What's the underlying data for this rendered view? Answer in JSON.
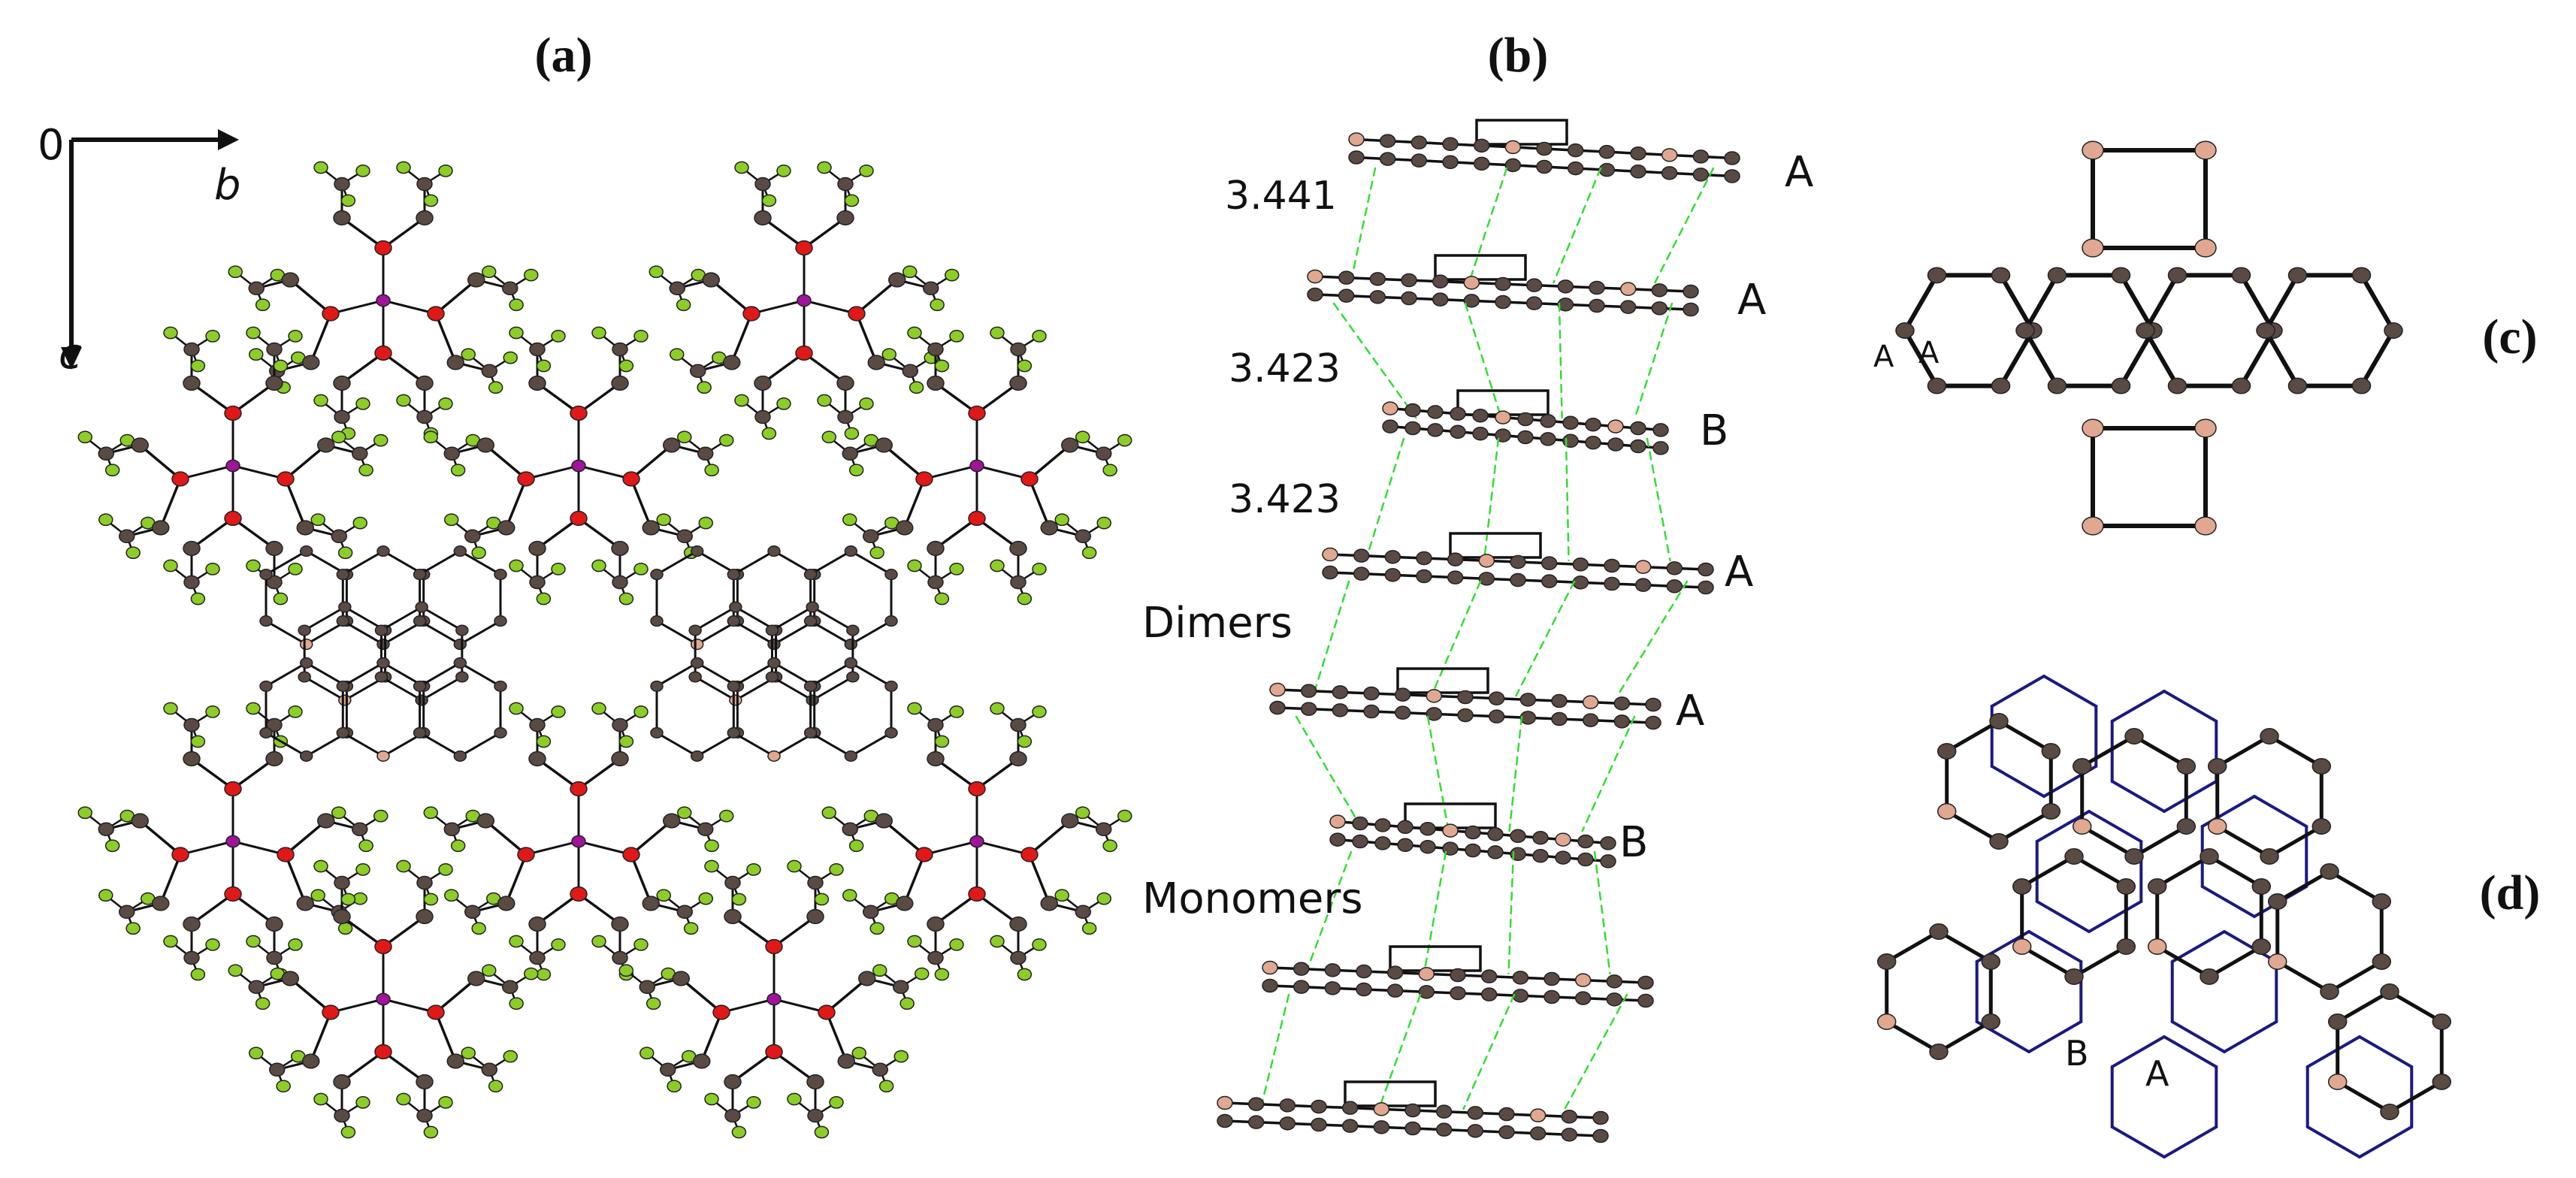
{
  "panels": {
    "a": {
      "label": "(a)",
      "axis": {
        "origin": "0",
        "horizontal": "b",
        "vertical": "c"
      }
    },
    "b": {
      "label": "(b)",
      "distances": [
        "3.441",
        "3.423",
        "3.423"
      ],
      "stack_labels": [
        "A",
        "A",
        "B",
        "A",
        "A",
        "B"
      ],
      "groups": [
        "Dimers",
        "Monomers"
      ]
    },
    "c": {
      "label": "(c)",
      "atom_labels": [
        "A",
        "A"
      ]
    },
    "d": {
      "label": "(d)",
      "atom_labels": [
        "B",
        "A"
      ]
    }
  },
  "colors": {
    "carbon": "#5a4a44",
    "hetero": "#e0a890",
    "oxygen": "#e01818",
    "metal": "#a0139a",
    "fluorine": "#8ccd28",
    "contact": "#33dd33",
    "bond": "#111111",
    "overlay": "#1a1a80"
  }
}
